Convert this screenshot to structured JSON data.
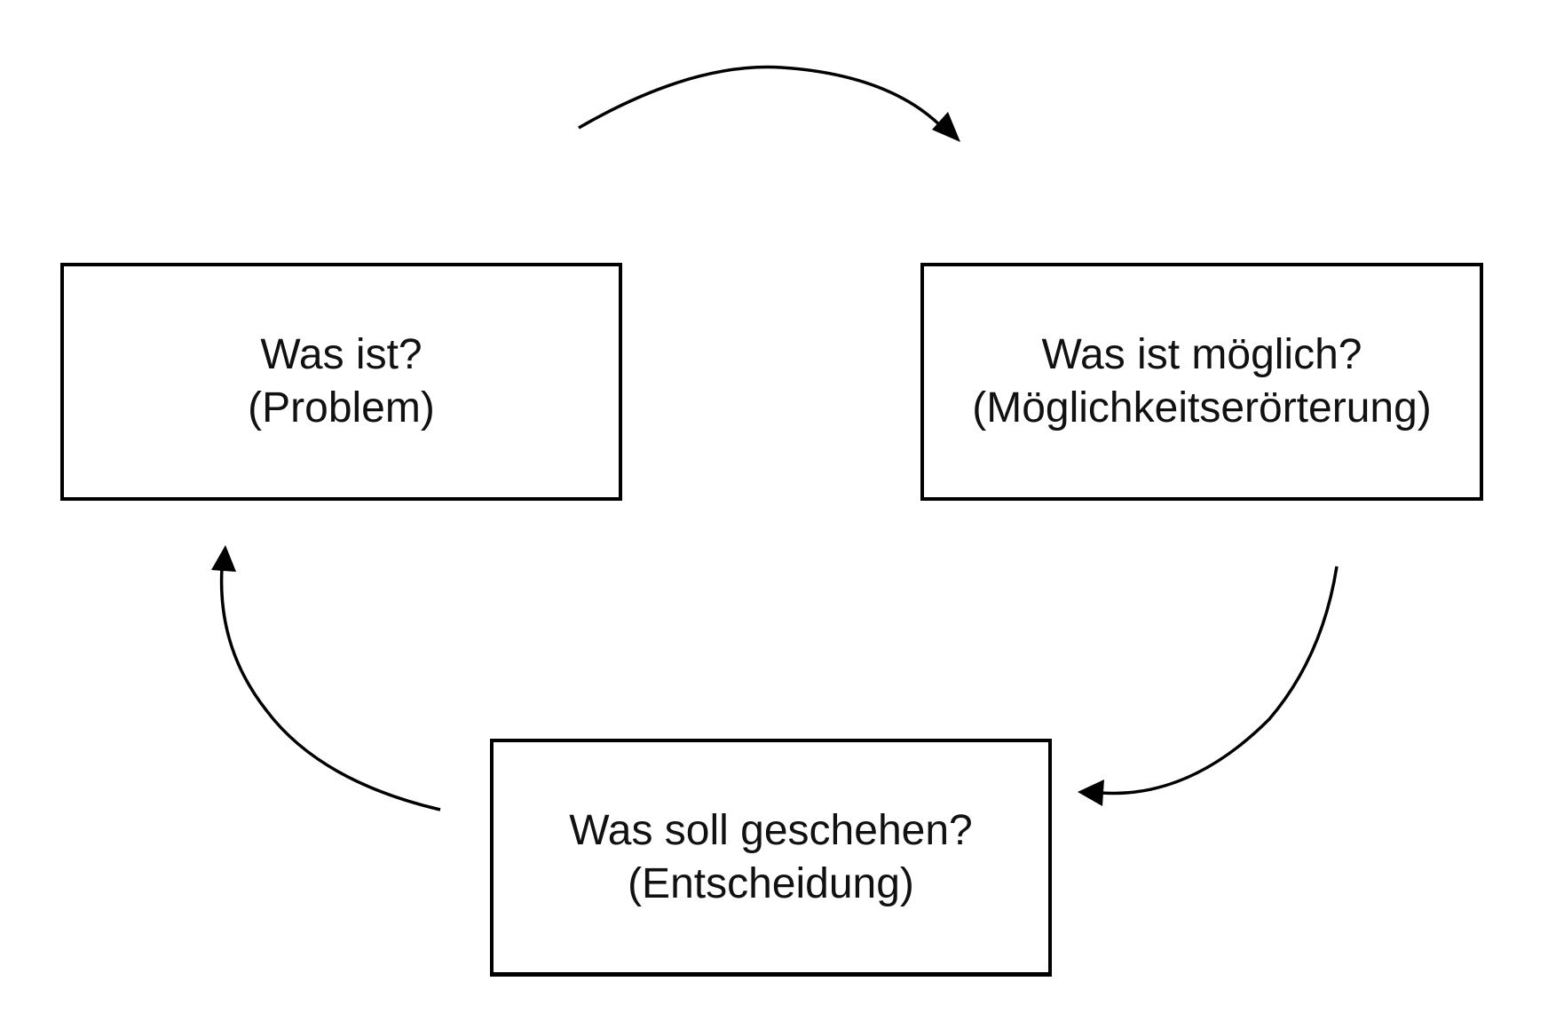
{
  "diagram": {
    "nodes": [
      {
        "id": "problem",
        "title": "Was ist?",
        "subtitle": "(Problem)"
      },
      {
        "id": "possibilities",
        "title": "Was ist möglich?",
        "subtitle": "(Möglichkeitserörterung)"
      },
      {
        "id": "decision",
        "title": "Was soll geschehen?",
        "subtitle": "(Entscheidung)"
      }
    ],
    "edges": [
      {
        "from": "problem",
        "to": "possibilities"
      },
      {
        "from": "possibilities",
        "to": "decision"
      },
      {
        "from": "decision",
        "to": "problem"
      }
    ],
    "colors": {
      "stroke": "#000000",
      "background": "#ffffff",
      "text": "#111111"
    }
  }
}
